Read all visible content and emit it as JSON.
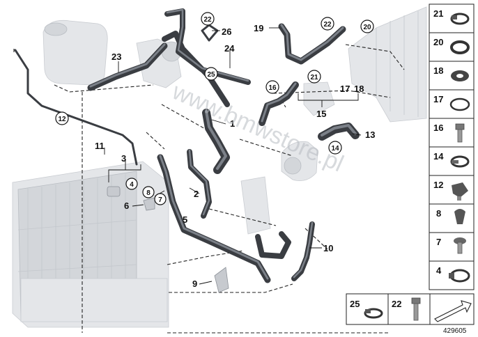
{
  "watermark": "www.bmwstore.pl",
  "document_number": "429605",
  "callouts": [
    {
      "id": "c1",
      "label": "1"
    },
    {
      "id": "c2",
      "label": "2"
    },
    {
      "id": "c3",
      "label": "3"
    },
    {
      "id": "c5",
      "label": "5"
    },
    {
      "id": "c6",
      "label": "6"
    },
    {
      "id": "c9",
      "label": "9"
    },
    {
      "id": "c10",
      "label": "10"
    },
    {
      "id": "c11",
      "label": "11"
    },
    {
      "id": "c13",
      "label": "13"
    },
    {
      "id": "c15",
      "label": "15"
    },
    {
      "id": "c19",
      "label": "19"
    },
    {
      "id": "c23",
      "label": "23"
    },
    {
      "id": "c24",
      "label": "24"
    },
    {
      "id": "c26",
      "label": "26"
    },
    {
      "id": "c17-18",
      "label": "17"
    },
    {
      "id": "c18b",
      "label": "18"
    }
  ],
  "circled": [
    {
      "id": "k4",
      "label": "4"
    },
    {
      "id": "k7",
      "label": "7"
    },
    {
      "id": "k8",
      "label": "8"
    },
    {
      "id": "k12",
      "label": "12"
    },
    {
      "id": "k14",
      "label": "14"
    },
    {
      "id": "k16",
      "label": "16"
    },
    {
      "id": "k20",
      "label": "20"
    },
    {
      "id": "k21",
      "label": "21"
    },
    {
      "id": "k22a",
      "label": "22"
    },
    {
      "id": "k22b",
      "label": "22"
    },
    {
      "id": "k25",
      "label": "25"
    }
  ],
  "legend_side": [
    "21",
    "20",
    "18",
    "17",
    "16",
    "14",
    "12",
    "8",
    "7",
    "4"
  ],
  "legend_bottom": [
    "25",
    "22"
  ]
}
